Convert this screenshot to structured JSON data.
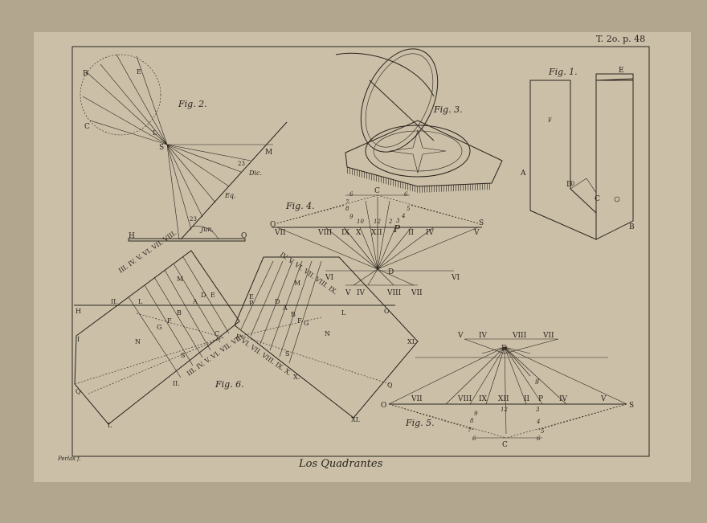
{
  "plate_ref": "T. 2o. p. 48",
  "caption": "Los Quadrantes",
  "engraver": "Perlas f.",
  "fig1": {
    "title": "Fig. 1.",
    "labels": {
      "E": "E",
      "A": "A",
      "B": "B",
      "D": "D",
      "C": "C",
      "F": "F"
    }
  },
  "fig2": {
    "title": "Fig. 2.",
    "labels": {
      "B": "B",
      "E": "E",
      "C": "C",
      "L": "L",
      "S": "S",
      "M": "M",
      "d23a": "23",
      "dic": "Dic.",
      "eq": "Eq.",
      "d23b": "23",
      "jun": "Jun.",
      "H": "H",
      "O": "O"
    }
  },
  "fig3": {
    "title": "Fig. 3."
  },
  "fig4": {
    "title": "Fig. 4.",
    "C": "C",
    "D": "D",
    "O": "O",
    "S": "S",
    "P": "P",
    "top_numbers": [
      "6",
      "6",
      "7",
      "5",
      "8",
      "4",
      "9",
      "3",
      "10",
      "12",
      "2"
    ],
    "hours_row": [
      "VII",
      "VIII",
      "IX",
      "X",
      "XII",
      "II",
      "IV",
      "V"
    ],
    "vi_left": "VI",
    "vi_right": "VI",
    "bottom_hours": [
      "V",
      "IV",
      "VIII",
      "VII"
    ]
  },
  "fig5": {
    "title": "Fig. 5.",
    "C": "C",
    "D": "D",
    "O": "O",
    "S": "S",
    "P": "P",
    "g": "g",
    "top_hours": [
      "V",
      "IV",
      "VIII",
      "VII"
    ],
    "hours_row": [
      "VII",
      "VIII",
      "IX",
      "XII",
      "II",
      "P",
      "IV",
      "V"
    ],
    "bottom_numbers": [
      "9",
      "3",
      "8",
      "12",
      "4",
      "7",
      "5",
      "6",
      "6"
    ]
  },
  "fig6": {
    "title": "Fig. 6.",
    "left_labels": {
      "top": "III. IV. V. VI. VII. VIII.",
      "II": "II.",
      "M": "M",
      "L": "L",
      "H": "H",
      "G": "G",
      "F": "F",
      "B": "B",
      "A": "A",
      "D": "D",
      "E": "E",
      "C": "C",
      "I": "I",
      "N": "N",
      "S": "S",
      "bottom": "III. IV. V. VI. VII. VIII.",
      "II2": "II.",
      "Q": "Q",
      "I2": "I."
    },
    "right_labels": {
      "top": "IV. V. VI. VII. VIII. IX.",
      "E": "E",
      "P": "P",
      "M": "M",
      "D": "D",
      "A": "A",
      "B": "B",
      "F": "F",
      "G": "G",
      "O": "O",
      "L": "L",
      "N": "N",
      "S": "S",
      "bottom": "V. VI. VII. VIII. IX. X.",
      "X": "X.",
      "XI": "XI.",
      "Q": "Q",
      "XI2": "XI."
    }
  }
}
